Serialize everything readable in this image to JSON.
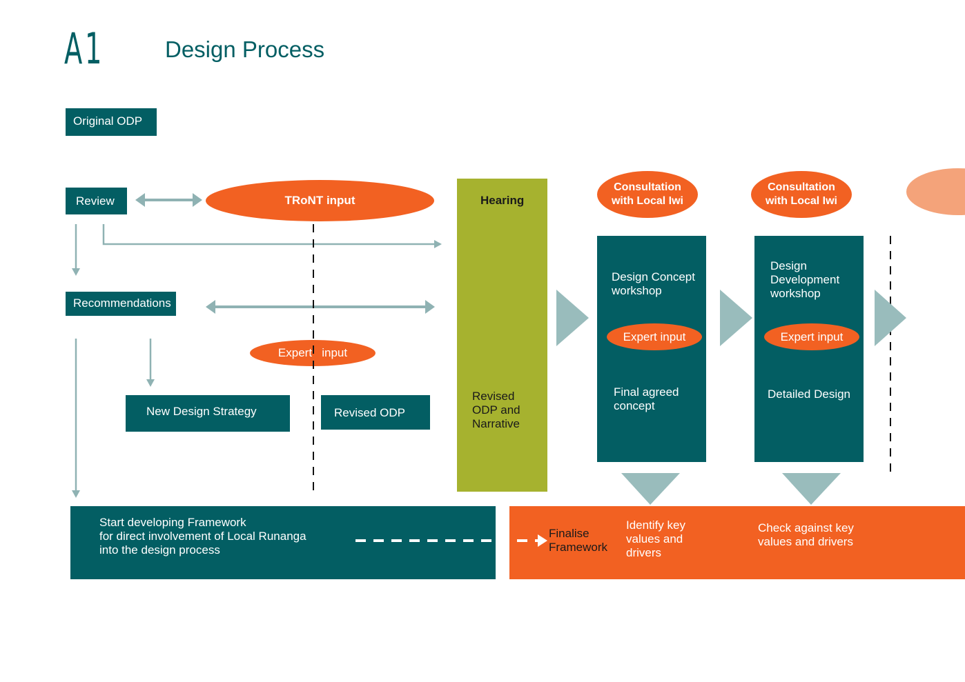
{
  "header": {
    "code": "A1",
    "title": "Design Process"
  },
  "colors": {
    "teal": "#035e63",
    "orange": "#f26122",
    "olive": "#a6b22f",
    "arrow": "#8fb2b3",
    "peach": "#f4a37a"
  },
  "boxes": {
    "original_odp": "Original ODP",
    "review": "Review",
    "recommendations": "Recommendations",
    "new_design_strategy": "New Design Strategy",
    "revised_odp": "Revised ODP"
  },
  "ellipses": {
    "tront_input": "TRoNT input",
    "expert_input_left": "Expert   input",
    "consultation_1": "Consultation\nwith Local Iwi",
    "consultation_2": "Consultation\nwith Local Iwi",
    "expert_input_1": "Expert input",
    "expert_input_2": "Expert input"
  },
  "hearing": {
    "title": "Hearing",
    "body": "Revised\nODP  and\nNarrative"
  },
  "stage1": {
    "top": "Design Concept\n workshop",
    "bottom": "Final  agreed\nconcept"
  },
  "stage2": {
    "top": "Design\nDevelopment\nworkshop",
    "bottom": "Detailed Design"
  },
  "framework": {
    "teal_text": "Start developing Framework\n for direct involvement of Local Runanga\n into the design process",
    "finalise": "Finalise\nFramework",
    "identify": "Identify key\nvalues and\ndrivers",
    "check": "Check against key\nvalues and drivers"
  },
  "icons": [
    "double-arrow-icon",
    "right-arrow-icon",
    "down-arrow-icon",
    "chevron-right-icon",
    "chevron-down-icon",
    "dashed-line-icon"
  ]
}
